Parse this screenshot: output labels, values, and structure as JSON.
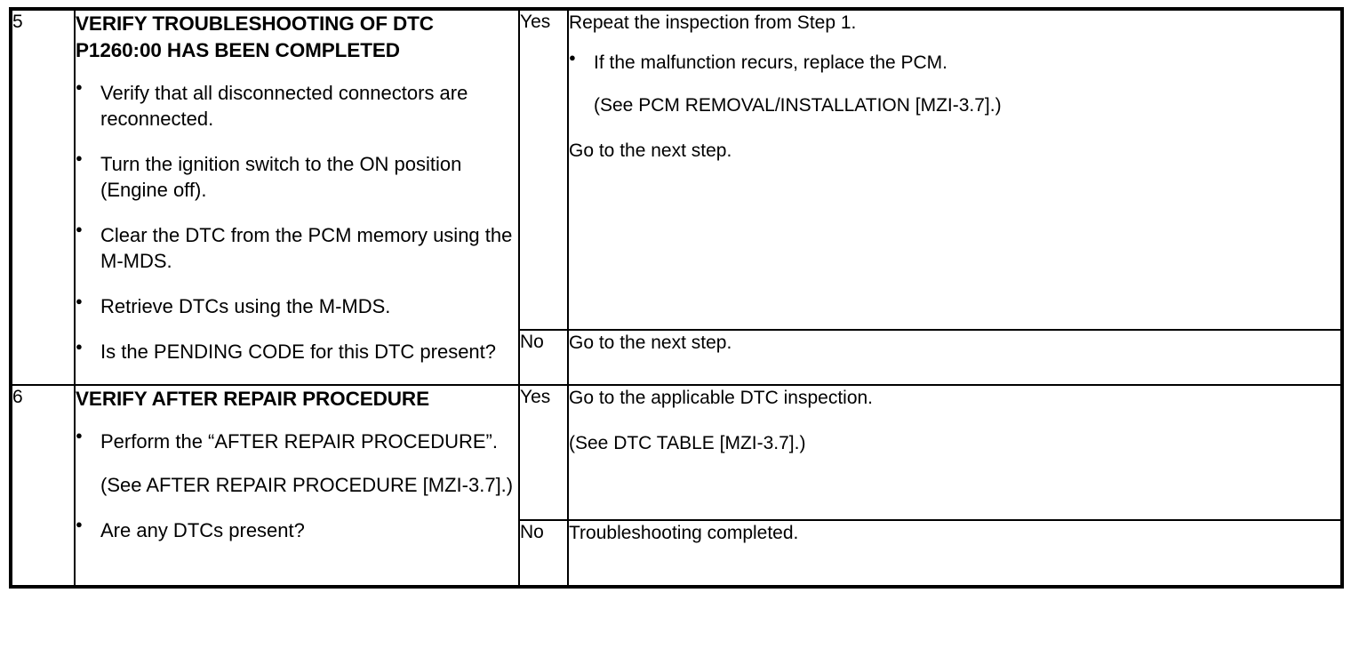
{
  "document": {
    "type": "diagnostic-troubleshooting-table",
    "columns": {
      "step_number": "",
      "inspection_action": "",
      "answer": "",
      "result_action": ""
    }
  },
  "steps": [
    {
      "number": "5",
      "title": "VERIFY TROUBLESHOOTING OF DTC P1260:00 HAS BEEN COMPLETED",
      "actions": [
        "Verify that all disconnected connectors are reconnected.",
        "Turn the ignition switch to the ON position (Engine off).",
        "Clear the DTC from the PCM memory using the M-MDS.",
        "Retrieve DTCs using the M-MDS.",
        "Is the PENDING CODE for this DTC present?"
      ],
      "results": [
        {
          "answer": "Yes",
          "lead": "Repeat the inspection from Step 1.",
          "bullets": [
            {
              "text": "If the malfunction recurs, replace the PCM.",
              "note": "(See PCM REMOVAL/INSTALLATION [MZI-3.7].)"
            }
          ],
          "trail": "Go to the next step."
        },
        {
          "answer": "No",
          "lead": "Go to the next step.",
          "bullets": [],
          "trail": ""
        }
      ]
    },
    {
      "number": "6",
      "title": "VERIFY AFTER REPAIR PROCEDURE",
      "actions": [
        "Perform the “AFTER REPAIR PROCEDURE”.",
        "Are any DTCs present?"
      ],
      "action_note": "(See AFTER REPAIR PROCEDURE [MZI-3.7].)",
      "results": [
        {
          "answer": "Yes",
          "lead": "Go to the applicable DTC inspection.",
          "bullets": [],
          "trail": "(See DTC TABLE [MZI-3.7].)"
        },
        {
          "answer": "No",
          "lead": "Troubleshooting completed.",
          "bullets": [],
          "trail": ""
        }
      ]
    }
  ]
}
